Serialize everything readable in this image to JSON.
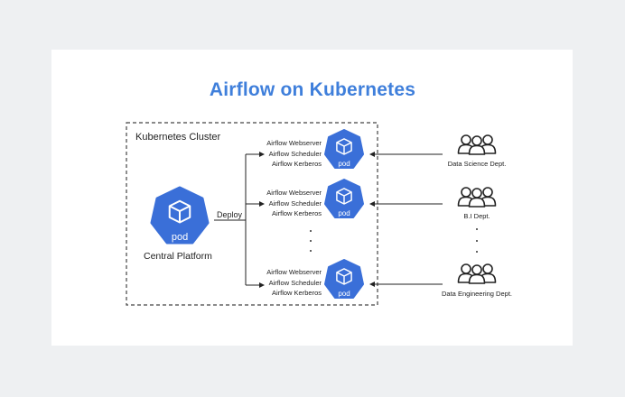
{
  "title": "Airflow on Kubernetes",
  "cluster": {
    "label": "Kubernetes Cluster"
  },
  "central": {
    "label": "Central Platform",
    "pod_label": "pod"
  },
  "deploy_label": "Deploy",
  "pod_groups": [
    {
      "services": [
        "Airflow Webserver",
        "Airflow Scheduler",
        "Airflow Kerberos"
      ],
      "pod_label": "pod"
    },
    {
      "services": [
        "Airflow Webserver",
        "Airflow Scheduler",
        "Airflow Kerberos"
      ],
      "pod_label": "pod"
    },
    {
      "services": [
        "Airflow Webserver",
        "Airflow Scheduler",
        "Airflow Kerberos"
      ],
      "pod_label": "pod"
    }
  ],
  "departments": [
    {
      "label": "Data Science Dept."
    },
    {
      "label": "B.I Dept."
    },
    {
      "label": "Data Engineering Dept."
    }
  ],
  "colors": {
    "accent": "#3f7fdb",
    "pod_fill": "#3a6fd8",
    "line": "#222222",
    "background": "#eef0f2"
  }
}
